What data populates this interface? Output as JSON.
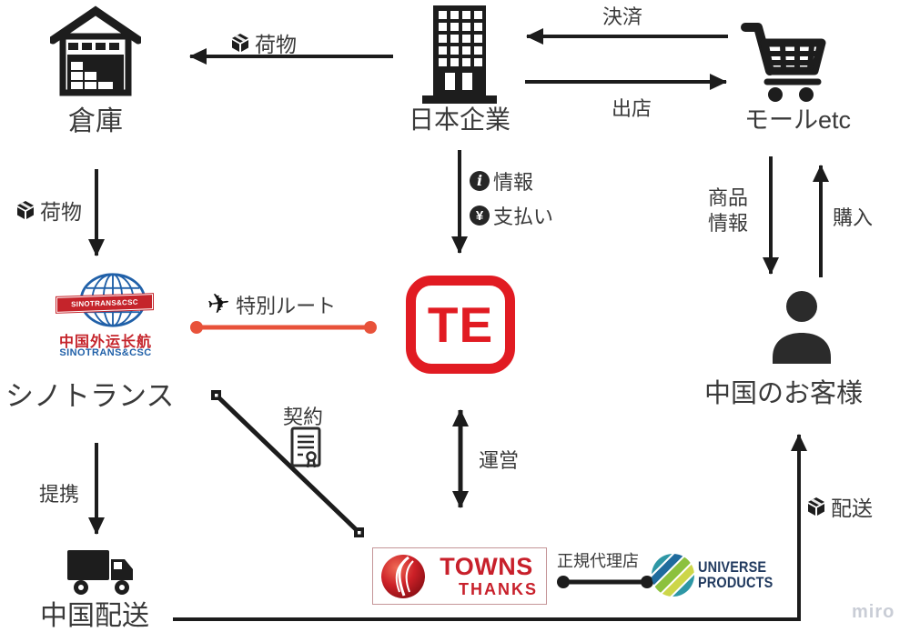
{
  "diagram": {
    "nodes": {
      "warehouse": "倉庫",
      "japan_company": "日本企業",
      "mall": "モールetc",
      "sinotrans": "シノトランス",
      "te": "TE",
      "china_customer": "中国のお客様",
      "china_delivery": "中国配送"
    },
    "logos": {
      "sinotrans_banner": "SINOTRANS&CSC",
      "sinotrans_cn": "中国外运长航",
      "sinotrans_en": "SINOTRANS&CSC",
      "towns_line1": "TOWNS",
      "towns_line2": "THANKS",
      "universe_line1": "UNIVERSE",
      "universe_line2": "PRODUCTS"
    },
    "edges": {
      "cargo_top": "荷物",
      "settlement": "決済",
      "store_opening": "出店",
      "cargo_left": "荷物",
      "info": "情報",
      "payment": "支払い",
      "product_info_line1": "商品",
      "product_info_line2": "情報",
      "purchase": "購入",
      "special_route": "特別ルート",
      "contract": "契約",
      "operation": "運営",
      "partnership": "提携",
      "authorized_distributor": "正規代理店",
      "delivery": "配送"
    },
    "icons": {
      "airplane": "✈",
      "info_glyph": "i",
      "yen_glyph": "¥"
    },
    "colors": {
      "te_red": "#e11b22",
      "sinotrans_blue": "#2060a8",
      "sinotrans_red": "#c5242b",
      "towns_red": "#c8202b",
      "universe_navy": "#213a5f",
      "route_orange": "#e8523a",
      "line_black": "#1c1c1c"
    },
    "watermark": "miro"
  }
}
